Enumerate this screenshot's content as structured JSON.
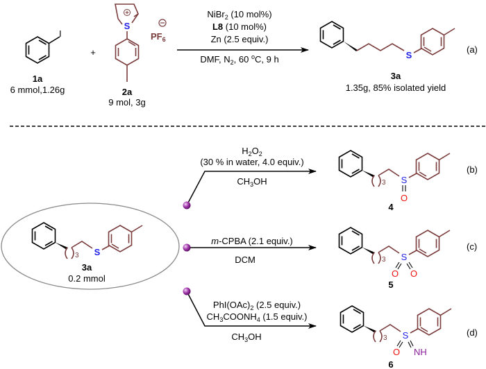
{
  "colors": {
    "aryl_fragment": "#7a3b3b",
    "sulfur": "#1f1fe8",
    "oxygen": "#ee1111",
    "nitrogen": "#8a1f99",
    "bead": "#9b2aa3",
    "ellipse": "#888888"
  },
  "reaction_a": {
    "tag": "(a)",
    "reactant1": {
      "atom_label": "I",
      "id": "1a",
      "amount": "6 mmol,1.26g"
    },
    "plus": "+",
    "reactant2": {
      "sulfonium_label": "S",
      "charge": "⊕",
      "anion_charge": "⊖",
      "anion": "PF",
      "anion_sub": "6",
      "id": "2a",
      "amount": "9 mol, 3g"
    },
    "conditions_above": [
      {
        "main": "NiBr",
        "sub": "2",
        "rest": " (10 mol%)"
      },
      {
        "bold": "L8",
        "rest": " (10 mol%)"
      },
      {
        "main": "Zn (2.5 equiv.)"
      }
    ],
    "conditions_below": {
      "a": "DMF, N",
      "sub": "2",
      "b": ", 60 ",
      "sup": "o",
      "c": "C, 9 h"
    },
    "product": {
      "atom_label": "S",
      "id": "3a",
      "yield": "1.35g, 85% isolated yield"
    }
  },
  "start_material": {
    "atom_label": "S",
    "repeat": "3",
    "id": "3a",
    "amount": "0.2 mmol"
  },
  "reaction_b": {
    "tag": "(b)",
    "reagent_line1": {
      "a": "H",
      "s1": "2",
      "b": "O",
      "s2": "2"
    },
    "reagent_line2": "(30 % in water, 4.0 equiv.)",
    "solvent": {
      "a": "CH",
      "sub": "3",
      "b": "OH"
    },
    "product": {
      "S": "S",
      "O": "O",
      "repeat": "3",
      "id": "4"
    }
  },
  "reaction_c": {
    "tag": "(c)",
    "reagent_italic": "m",
    "reagent_rest": "-CPBA (2.1 equiv.)",
    "solvent": "DCM",
    "product": {
      "S": "S",
      "O1": "O",
      "O2": "O",
      "repeat": "3",
      "id": "5"
    }
  },
  "reaction_d": {
    "tag": "(d)",
    "reagent_line1": {
      "a": "PhI(OAc)",
      "sub": "2",
      "b": " (2.5 equiv.)"
    },
    "reagent_line2": {
      "a": "CH",
      "s1": "3",
      "b": "COONH",
      "s2": "4",
      "c": " (1.5 equiv.)"
    },
    "solvent": {
      "a": "CH",
      "sub": "3",
      "b": "OH"
    },
    "product": {
      "S": "S",
      "O": "O",
      "NH": "NH",
      "repeat": "3",
      "id": "6"
    }
  }
}
